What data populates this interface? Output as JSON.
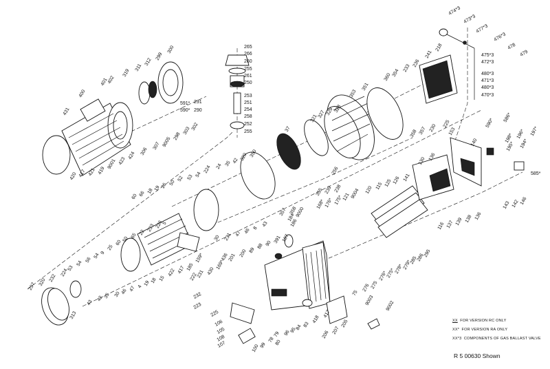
{
  "diagram": {
    "type": "exploded parts diagram",
    "caption": "R 5 00630 Shown",
    "legend": [
      {
        "key": "XX",
        "text": "FOR VERSION RC ONLY"
      },
      {
        "key": "XX*",
        "text": "FOR VERSION RA ONLY"
      },
      {
        "key": "XX*3",
        "text": "COMPONENTS OF GAS BALLAST VALVE"
      }
    ]
  },
  "labels": [
    "265",
    "266",
    "260",
    "255",
    "261",
    "250",
    "253",
    "251",
    "254",
    "258",
    "252",
    "255",
    "591*",
    "291",
    "590*",
    "290",
    "431",
    "400",
    "401",
    "402",
    "319",
    "311",
    "312",
    "299",
    "300",
    "420",
    "417",
    "421",
    "419",
    "9001",
    "423",
    "424",
    "306",
    "307",
    "9005",
    "298",
    "303",
    "302",
    "37",
    "321",
    "327",
    "329",
    "328",
    "353",
    "351",
    "360",
    "354",
    "233",
    "236",
    "241",
    "218",
    "358",
    "357",
    "230",
    "225",
    "256",
    "355",
    "239",
    "238",
    "357",
    "358",
    "320",
    "350",
    "42",
    "35",
    "24",
    "224",
    "54",
    "53",
    "52",
    "50",
    "26",
    "19",
    "18",
    "66",
    "60",
    "30",
    "231",
    "47",
    "46",
    "8",
    "43",
    "474*3",
    "473*3",
    "477*3",
    "476*3",
    "478",
    "479",
    "475*3",
    "472*3",
    "480*3",
    "471*3",
    "480*3",
    "470*3",
    "590*",
    "586*",
    "198*",
    "196*",
    "197*",
    "195*",
    "194*",
    "585*",
    "153",
    "140",
    "143",
    "142",
    "146",
    "130",
    "136",
    "116",
    "137",
    "139",
    "138",
    "136",
    "168*",
    "176*",
    "175*",
    "121",
    "9004",
    "120",
    "115",
    "125",
    "126",
    "141",
    "75",
    "276",
    "275",
    "276*",
    "275*",
    "278*",
    "279*",
    "285",
    "286",
    "295",
    "297",
    "320",
    "232",
    "224",
    "53",
    "54",
    "56",
    "54",
    "9",
    "25",
    "60",
    "50",
    "65",
    "22",
    "233",
    "226",
    "5",
    "313",
    "43",
    "42",
    "35",
    "30",
    "46",
    "47",
    "4",
    "19",
    "18",
    "15",
    "422",
    "417",
    "185",
    "159*",
    "430",
    "169*436",
    "201",
    "200",
    "89",
    "88",
    "90",
    "391",
    "187",
    "186",
    "184",
    "9000",
    "222",
    "231",
    "232",
    "223",
    "225",
    "106",
    "105",
    "108",
    "107",
    "100",
    "99",
    "78",
    "80",
    "79",
    "96",
    "95",
    "84",
    "83",
    "418",
    "417",
    "206",
    "207",
    "205",
    "9003",
    "9002"
  ]
}
